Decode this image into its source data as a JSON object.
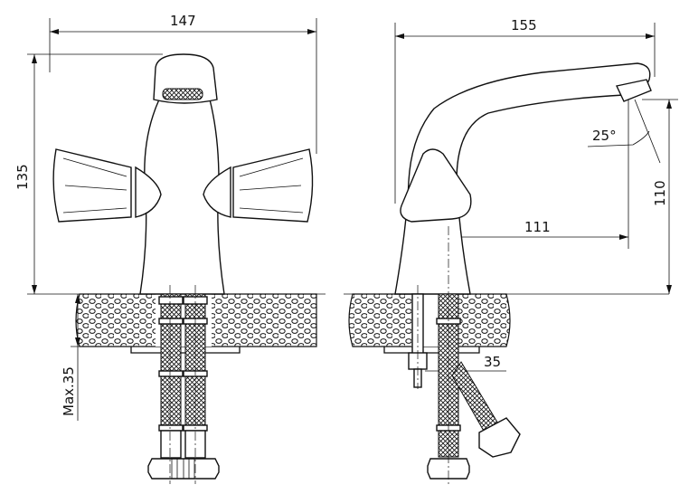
{
  "drawing": {
    "front_view": {
      "width_dim": "147",
      "height_dim": "135",
      "mount_dim": "Max.35"
    },
    "side_view": {
      "length_dim": "155",
      "angle_dim": "25°",
      "spout_height_dim": "110",
      "reach_dim": "111",
      "hose_offset_dim": "35"
    }
  },
  "colors": {
    "line": "#111111",
    "background": "#ffffff"
  }
}
